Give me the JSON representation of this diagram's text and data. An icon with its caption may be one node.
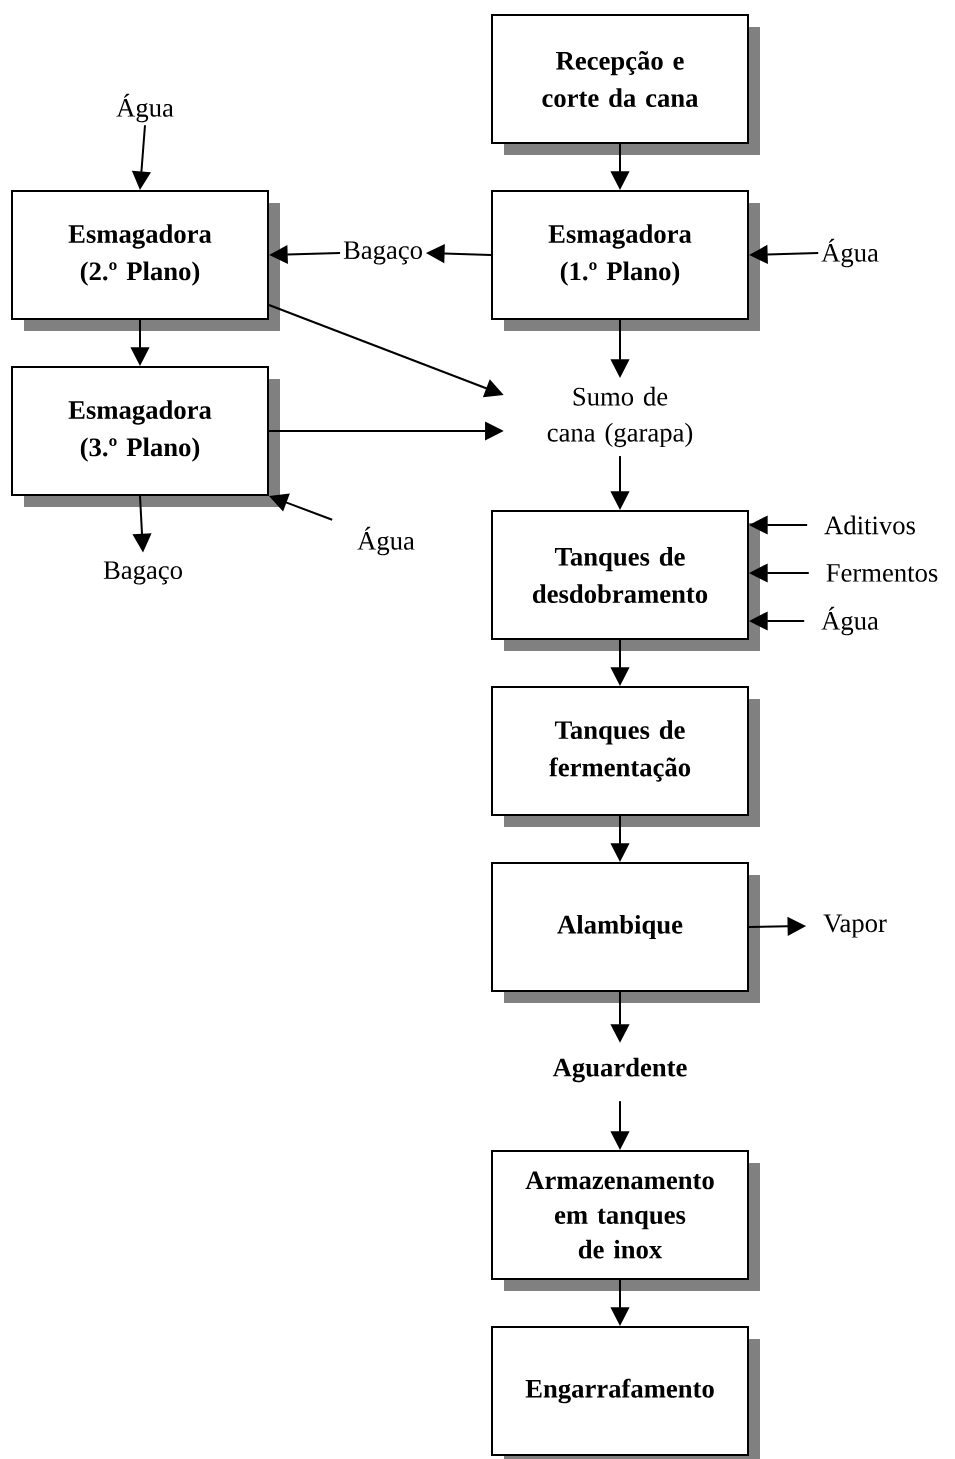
{
  "diagram": {
    "nodes": [
      {
        "text": [
          "Recepção e corte da cana"
        ]
      },
      {
        "text": [
          "Água"
        ]
      },
      {
        "text": [
          "Esmagadora (2.º Plano)"
        ]
      },
      {
        "text": [
          "Bagaço"
        ]
      },
      {
        "text": [
          "Esmagadora (1.º Plano)"
        ]
      },
      {
        "text": [
          "Água"
        ]
      },
      {
        "text": [
          "Esmagadora (3.º Plano)"
        ]
      },
      {
        "text": [
          "Sumo de cana (garapa)"
        ]
      },
      {
        "text": [
          "Água"
        ]
      },
      {
        "text": [
          "Bagaço"
        ]
      },
      {
        "text": [
          "Tanques de desdobramento"
        ]
      },
      {
        "text": [
          "Aditivos"
        ]
      },
      {
        "text": [
          "Fermentos"
        ]
      },
      {
        "text": [
          "Água"
        ]
      },
      {
        "text": [
          "Tanques de fermentação"
        ]
      },
      {
        "text": [
          "Alambique"
        ]
      },
      {
        "text": [
          "Vapor"
        ]
      },
      {
        "text": [
          "Aguardente"
        ]
      },
      {
        "text": [
          "Armazenamento em tanques de inox"
        ]
      },
      {
        "text": [
          "Engarrafamento"
        ]
      }
    ],
    "edges": [
      {
        "from": 1,
        "to": 2,
        "arrow": "to"
      },
      {
        "from": 0,
        "to": 4,
        "arrow": "to"
      },
      {
        "from": 4,
        "to": 3,
        "arrow": "to"
      },
      {
        "from": 3,
        "to": 2,
        "arrow": "to"
      },
      {
        "from": 5,
        "to": 4,
        "arrow": "to"
      },
      {
        "from": 2,
        "to": 6,
        "arrow": "to"
      },
      {
        "from": 2,
        "to": 7,
        "arrow": "to"
      },
      {
        "from": 6,
        "to": 7,
        "arrow": "to"
      },
      {
        "from": 4,
        "to": 7,
        "arrow": "to"
      },
      {
        "from": 8,
        "to": 6,
        "arrow": "to"
      },
      {
        "from": 6,
        "to": 9,
        "arrow": "to"
      },
      {
        "from": 7,
        "to": 10,
        "arrow": "to"
      },
      {
        "from": 11,
        "to": 10,
        "arrow": "to"
      },
      {
        "from": 12,
        "to": 10,
        "arrow": "to"
      },
      {
        "from": 13,
        "to": 10,
        "arrow": "to"
      },
      {
        "from": 10,
        "to": 14,
        "arrow": "to"
      },
      {
        "from": 14,
        "to": 15,
        "arrow": "to"
      },
      {
        "from": 15,
        "to": 16,
        "arrow": "to"
      },
      {
        "from": 15,
        "to": 17,
        "arrow": "to"
      },
      {
        "from": 17,
        "to": 18,
        "arrow": "to"
      },
      {
        "from": 18,
        "to": 19,
        "arrow": "to"
      }
    ]
  }
}
